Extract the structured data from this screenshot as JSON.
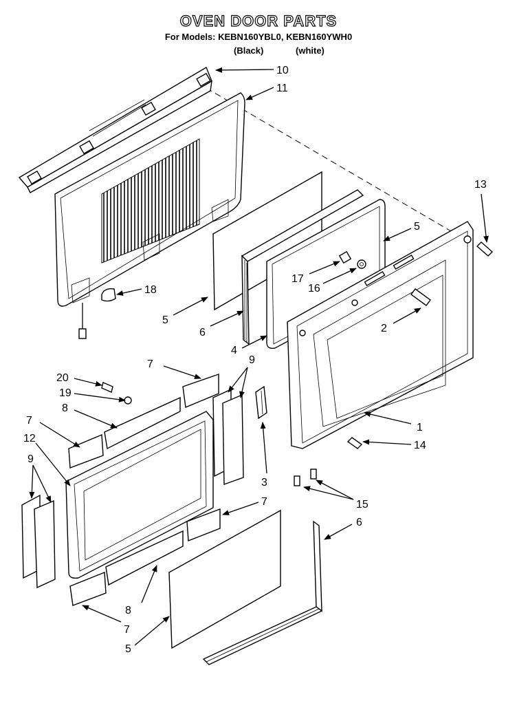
{
  "header": {
    "title": "OVEN DOOR PARTS",
    "models": "For Models: KEBN160YBL0, KEBN160YWH0",
    "variant_black": "(Black)",
    "variant_white": "(white)"
  },
  "callouts": [
    "10",
    "11",
    "13",
    "5",
    "17",
    "16",
    "18",
    "5",
    "6",
    "2",
    "4",
    "7",
    "9",
    "20",
    "19",
    "8",
    "7",
    "12",
    "1",
    "14",
    "9",
    "3",
    "15",
    "7",
    "6",
    "8",
    "7",
    "5"
  ]
}
